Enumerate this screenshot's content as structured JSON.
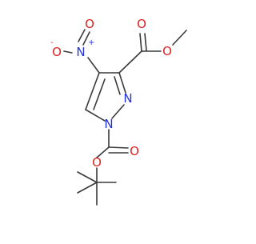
{
  "molecule": {
    "atoms": {
      "nitro_n": {
        "label": "N",
        "charge": "+",
        "color": "#2233dd"
      },
      "nitro_o_top": {
        "label": "O",
        "color": "#dd2222"
      },
      "nitro_o_minus": {
        "label": "O",
        "charge": "-",
        "color": "#dd2222"
      },
      "ring_n1": {
        "label": "N",
        "color": "#2233dd"
      },
      "ring_n2": {
        "label": "N",
        "color": "#2233dd"
      },
      "ester_carbonyl_o": {
        "label": "O",
        "color": "#dd2222"
      },
      "ester_o": {
        "label": "O",
        "color": "#dd2222"
      },
      "boc_carbonyl_o": {
        "label": "O",
        "color": "#dd2222"
      },
      "boc_o": {
        "label": "O",
        "color": "#dd2222"
      }
    },
    "bond_color": "#3a3a3a"
  }
}
